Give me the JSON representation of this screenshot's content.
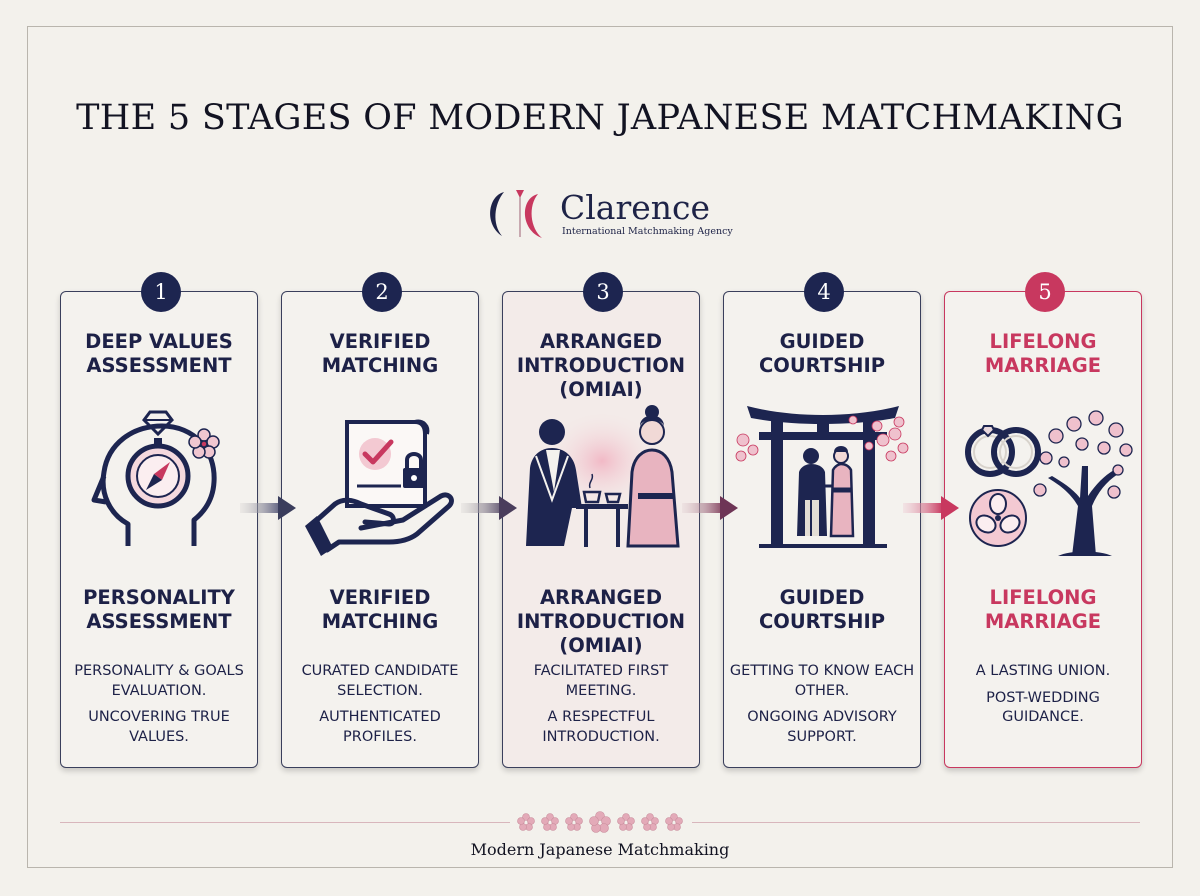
{
  "title": "THE 5 STAGES OF MODERN JAPANESE MATCHMAKING",
  "brand": {
    "name": "Clarence",
    "tagline": "International Matchmaking Agency"
  },
  "stages": [
    {
      "number": "1",
      "title_top": "DEEP VALUES ASSESSMENT",
      "title_bottom": "PERSONALITY ASSESSMENT",
      "lines": [
        "PERSONALITY & GOALS EVALUATION.",
        "UNCOVERING TRUE VALUES."
      ],
      "icon": "head-compass-icon"
    },
    {
      "number": "2",
      "title_top": "VERIFIED MATCHING",
      "title_bottom": "VERIFIED MATCHING",
      "lines": [
        "CURATED CANDIDATE SELECTION.",
        "AUTHENTICATED PROFILES."
      ],
      "icon": "hand-document-icon"
    },
    {
      "number": "3",
      "title_top": "ARRANGED INTRODUCTION (OMIAI)",
      "title_bottom": "ARRANGED INTRODUCTION (OMIAI)",
      "lines": [
        "FACILITATED FIRST MEETING.",
        "A RESPECTFUL INTRODUCTION."
      ],
      "icon": "tea-meeting-icon"
    },
    {
      "number": "4",
      "title_top": "GUIDED COURTSHIP",
      "title_bottom": "GUIDED COURTSHIP",
      "lines": [
        "GETTING TO KNOW EACH OTHER.",
        "ONGOING ADVISORY SUPPORT."
      ],
      "icon": "torii-couple-icon"
    },
    {
      "number": "5",
      "title_top": "LIFELONG MARRIAGE",
      "title_bottom": "LIFELONG MARRIAGE",
      "lines": [
        "A LASTING UNION.",
        "POST-WEDDING GUIDANCE."
      ],
      "icon": "rings-tree-icon"
    }
  ],
  "footer": "Modern Japanese Matchmaking",
  "colors": {
    "navy": "#1d2550",
    "accent": "#c8385f",
    "blossom": "#e9b7c3",
    "background": "#f3f1ec"
  }
}
